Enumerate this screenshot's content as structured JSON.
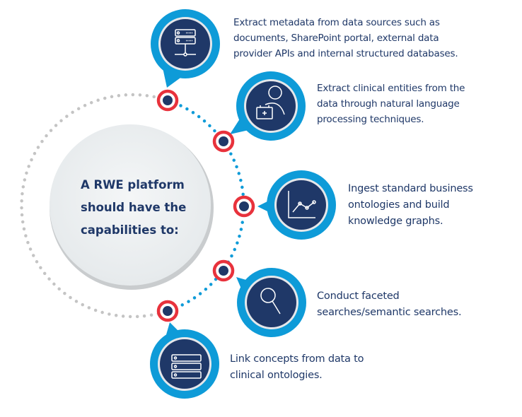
{
  "center": {
    "lines": [
      "A RWE platform",
      "should have the",
      "capabilities to:"
    ]
  },
  "capabilities": [
    {
      "icon": "server-network-icon",
      "lines": [
        "Extract metadata from data sources such as",
        "documents, SharePoint portal, external data",
        "provider APIs and internal structured databases."
      ]
    },
    {
      "icon": "person-medical-kit-icon",
      "lines": [
        "Extract clinical entities from the",
        "data through natural language",
        "processing techniques."
      ]
    },
    {
      "icon": "line-chart-icon",
      "lines": [
        "Ingest standard business",
        "ontologies and build",
        "knowledge graphs."
      ]
    },
    {
      "icon": "magnifier-icon",
      "lines": [
        "Conduct faceted",
        "searches/semantic searches."
      ]
    },
    {
      "icon": "database-stack-icon",
      "lines": [
        "Link concepts from data to",
        "clinical ontologies."
      ]
    }
  ],
  "colors": {
    "navy": "#1f3868",
    "blue": "#0e9bd8",
    "red": "#e8323c",
    "gray": "#c4c4c4",
    "center_fill": "#eef1f3"
  }
}
